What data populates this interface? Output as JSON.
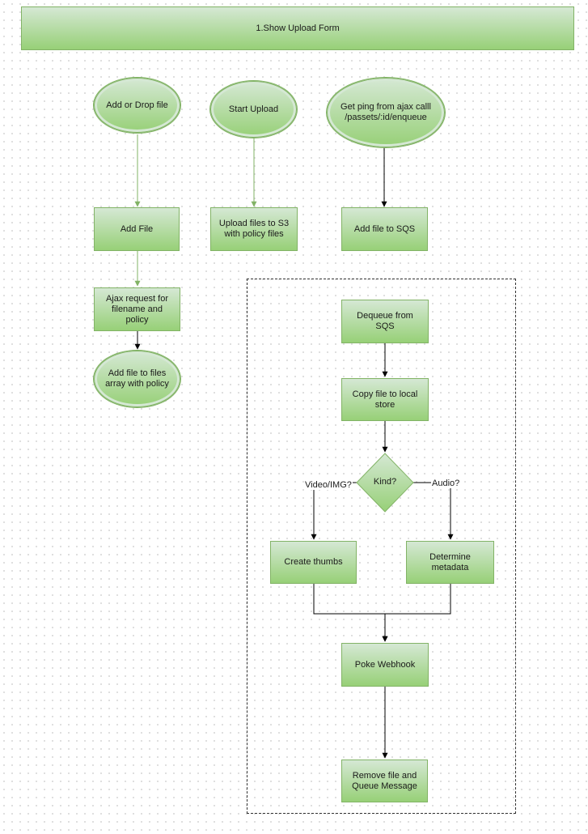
{
  "title_bar": "1.Show Upload Form",
  "nodes": {
    "add_or_drop": "Add or Drop file",
    "start_upload": "Start Upload",
    "get_ping": "Get ping from ajax calll\n/passets/:id/enqueue",
    "add_file": "Add File",
    "upload_s3": "Upload files to S3\nwith policy files",
    "add_sqs": "Add file to SQS",
    "ajax_request": "Ajax request for\nfilename and policy",
    "add_to_array": "Add file to files\narray with policy",
    "dequeue": "Dequeue from SQS",
    "copy_local": "Copy file to local\nstore",
    "kind": "Kind?",
    "create_thumbs": "Create thumbs",
    "determine_metadata": "Determine metadata",
    "poke_webhook": "Poke Webhook",
    "remove_file": "Remove file and\nQueue Message"
  },
  "edge_labels": {
    "video_img": "Video/IMG?",
    "audio": "Audio?"
  },
  "colors": {
    "fill_top": "#d5e8d4",
    "fill_bottom": "#97d077",
    "stroke": "#82b366",
    "green_edge": "#82b366",
    "black_edge": "#000000"
  }
}
